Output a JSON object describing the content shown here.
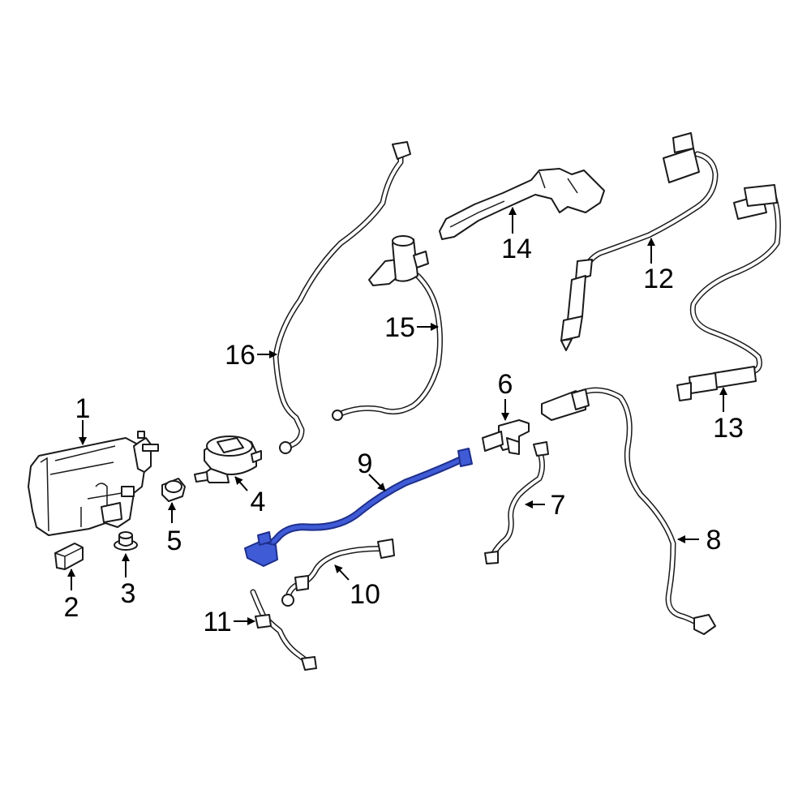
{
  "colors": {
    "line": "#1a1a1a",
    "highlight_fill": "#3f5bd6",
    "highlight_stroke": "#1e2f8c",
    "background": "#ffffff"
  },
  "callouts": [
    {
      "id": "1",
      "label": "1"
    },
    {
      "id": "2",
      "label": "2"
    },
    {
      "id": "3",
      "label": "3"
    },
    {
      "id": "4",
      "label": "4"
    },
    {
      "id": "5",
      "label": "5"
    },
    {
      "id": "6",
      "label": "6"
    },
    {
      "id": "7",
      "label": "7"
    },
    {
      "id": "8",
      "label": "8"
    },
    {
      "id": "9",
      "label": "9"
    },
    {
      "id": "10",
      "label": "10"
    },
    {
      "id": "11",
      "label": "11"
    },
    {
      "id": "12",
      "label": "12"
    },
    {
      "id": "13",
      "label": "13"
    },
    {
      "id": "14",
      "label": "14"
    },
    {
      "id": "15",
      "label": "15"
    },
    {
      "id": "16",
      "label": "16"
    }
  ],
  "highlighted_part": "9"
}
